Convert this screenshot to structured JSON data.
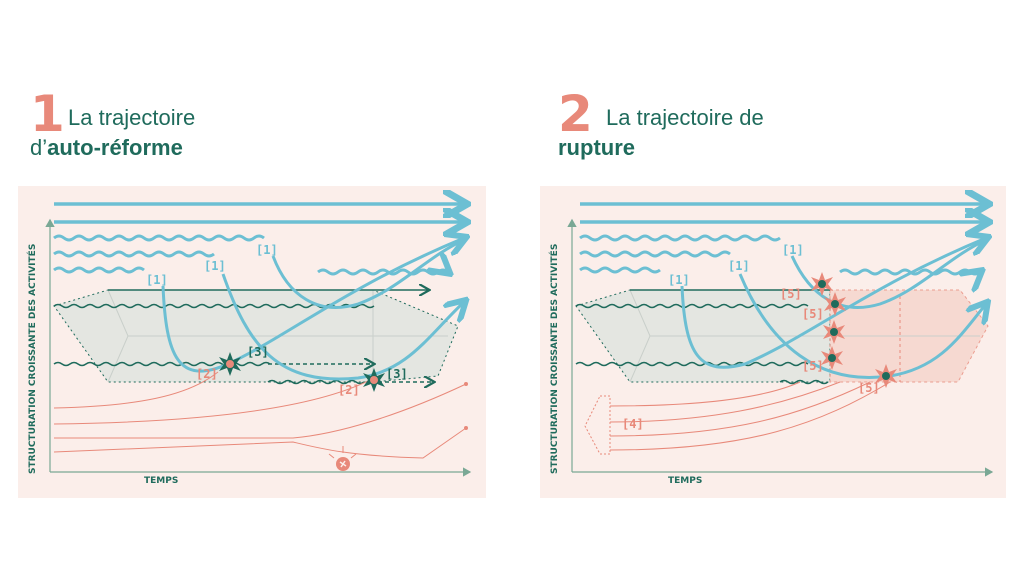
{
  "left": {
    "number": "1",
    "title_line1": "La trajectoire",
    "title_line2_prefix": "d’",
    "title_line2_bold": "auto-réforme",
    "y_axis_label": "STRUCTURATION CROISSANTE DES ACTIVITÉS",
    "x_axis_label": "TEMPS",
    "tags": {
      "t1a": "[1]",
      "t1b": "[1]",
      "t1c": "[1]",
      "t2a": "[2]",
      "t2b": "[2]",
      "t3a": "[3]",
      "t3b": "[3]"
    }
  },
  "right": {
    "number": "2",
    "title_line1": "La trajectoire de",
    "title_line2_bold": "rupture",
    "y_axis_label": "STRUCTURATION CROISSANTE DES ACTIVITÉS",
    "x_axis_label": "TEMPS",
    "tags": {
      "t1a": "[1]",
      "t1b": "[1]",
      "t1c": "[1]",
      "t4": "[4]",
      "t5a": "[5]",
      "t5b": "[5]",
      "t5c": "[5]",
      "t5d": "[5]"
    }
  },
  "colors": {
    "blue": "#6cbfd3",
    "green": "#1f6b5c",
    "salmon": "#e8897a",
    "panel": "#fbeeea",
    "band": "#e4e6e1"
  }
}
